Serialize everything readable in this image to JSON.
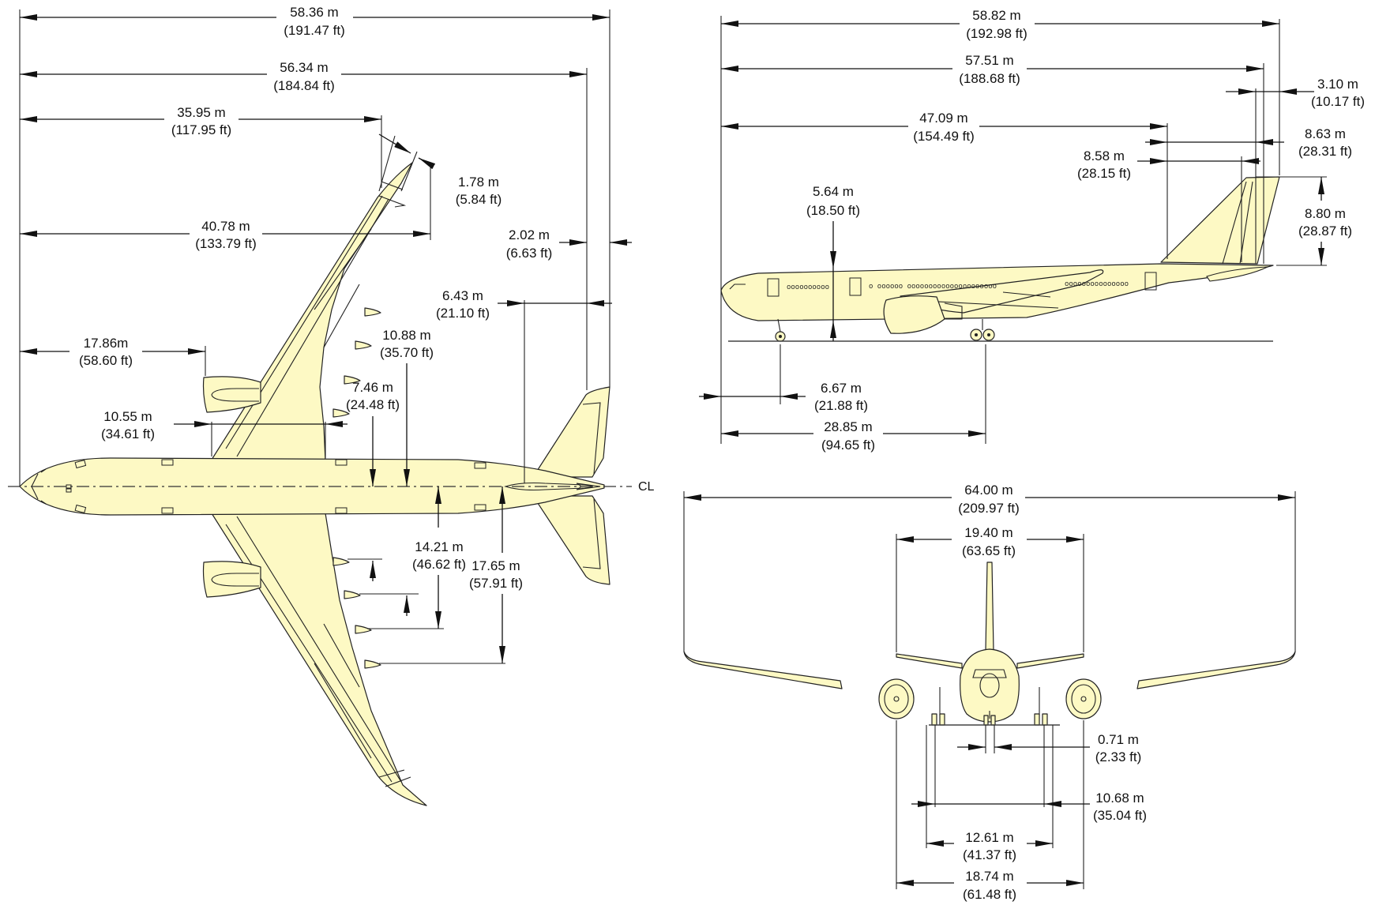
{
  "diagram": {
    "subject": "Aircraft general dimensions drawing",
    "colors": {
      "airframe_fill": "#fdf9c4",
      "line": "#222222",
      "background": "#ffffff"
    },
    "centerline_symbol": "CL",
    "top_view": {
      "overall_length_to_tailplane_tip": {
        "m": "58.36 m",
        "ft": "(191.47 ft)"
      },
      "length_to_tailplane_root": {
        "m": "56.34 m",
        "ft": "(184.84 ft)"
      },
      "nose_to_wingtip_leading": {
        "m": "35.95 m",
        "ft": "(117.95 ft)"
      },
      "nose_to_wingtip_trailing": {
        "m": "40.78 m",
        "ft": "(133.79 ft)"
      },
      "wingtip_chord": {
        "m": "1.78 m",
        "ft": "(5.84 ft)"
      },
      "tailplane_tip_chord": {
        "m": "2.02 m",
        "ft": "(6.63 ft)"
      },
      "tailplane_root_offset": {
        "m": "6.43 m",
        "ft": "(21.10 ft)"
      },
      "nose_to_engine": {
        "m": "17.86m",
        "ft": "(58.60 ft)"
      },
      "wing_root_chord": {
        "m": "10.55 m",
        "ft": "(34.61 ft)"
      },
      "inner_flap_track": {
        "m": "7.46 m",
        "ft": "(24.48 ft)"
      },
      "second_flap_track": {
        "m": "10.88 m",
        "ft": "(35.70 ft)"
      },
      "third_flap_track": {
        "m": "14.21 m",
        "ft": "(46.62 ft)"
      },
      "outer_flap_track": {
        "m": "17.65 m",
        "ft": "(57.91 ft)"
      }
    },
    "side_view": {
      "overall_length": {
        "m": "58.82 m",
        "ft": "(192.98 ft)"
      },
      "fuselage_length": {
        "m": "57.51 m",
        "ft": "(188.68 ft)"
      },
      "fin_tip_chord": {
        "m": "3.10 m",
        "ft": "(10.17 ft)"
      },
      "nose_to_fin_root": {
        "m": "47.09 m",
        "ft": "(154.49 ft)"
      },
      "fin_root_to_tip_1": {
        "m": "8.63 m",
        "ft": "(28.31 ft)"
      },
      "fin_root_to_tip_2": {
        "m": "8.58 m",
        "ft": "(28.15 ft)"
      },
      "fuselage_height": {
        "m": "5.64 m",
        "ft": "(18.50 ft)"
      },
      "fin_height": {
        "m": "8.80 m",
        "ft": "(28.87 ft)"
      },
      "nose_to_nose_gear": {
        "m": "6.67 m",
        "ft": "(21.88 ft)"
      },
      "nose_to_main_gear": {
        "m": "28.85 m",
        "ft": "(94.65 ft)"
      }
    },
    "front_view": {
      "wingspan": {
        "m": "64.00 m",
        "ft": "(209.97 ft)"
      },
      "tailplane_span": {
        "m": "19.40 m",
        "ft": "(63.65 ft)"
      },
      "nose_gear_track": {
        "m": "0.71 m",
        "ft": "(2.33 ft)"
      },
      "main_gear_inner_track": {
        "m": "10.68 m",
        "ft": "(35.04 ft)"
      },
      "main_gear_outer_track": {
        "m": "12.61 m",
        "ft": "(41.37 ft)"
      },
      "engine_spacing": {
        "m": "18.74 m",
        "ft": "(61.48 ft)"
      }
    }
  }
}
